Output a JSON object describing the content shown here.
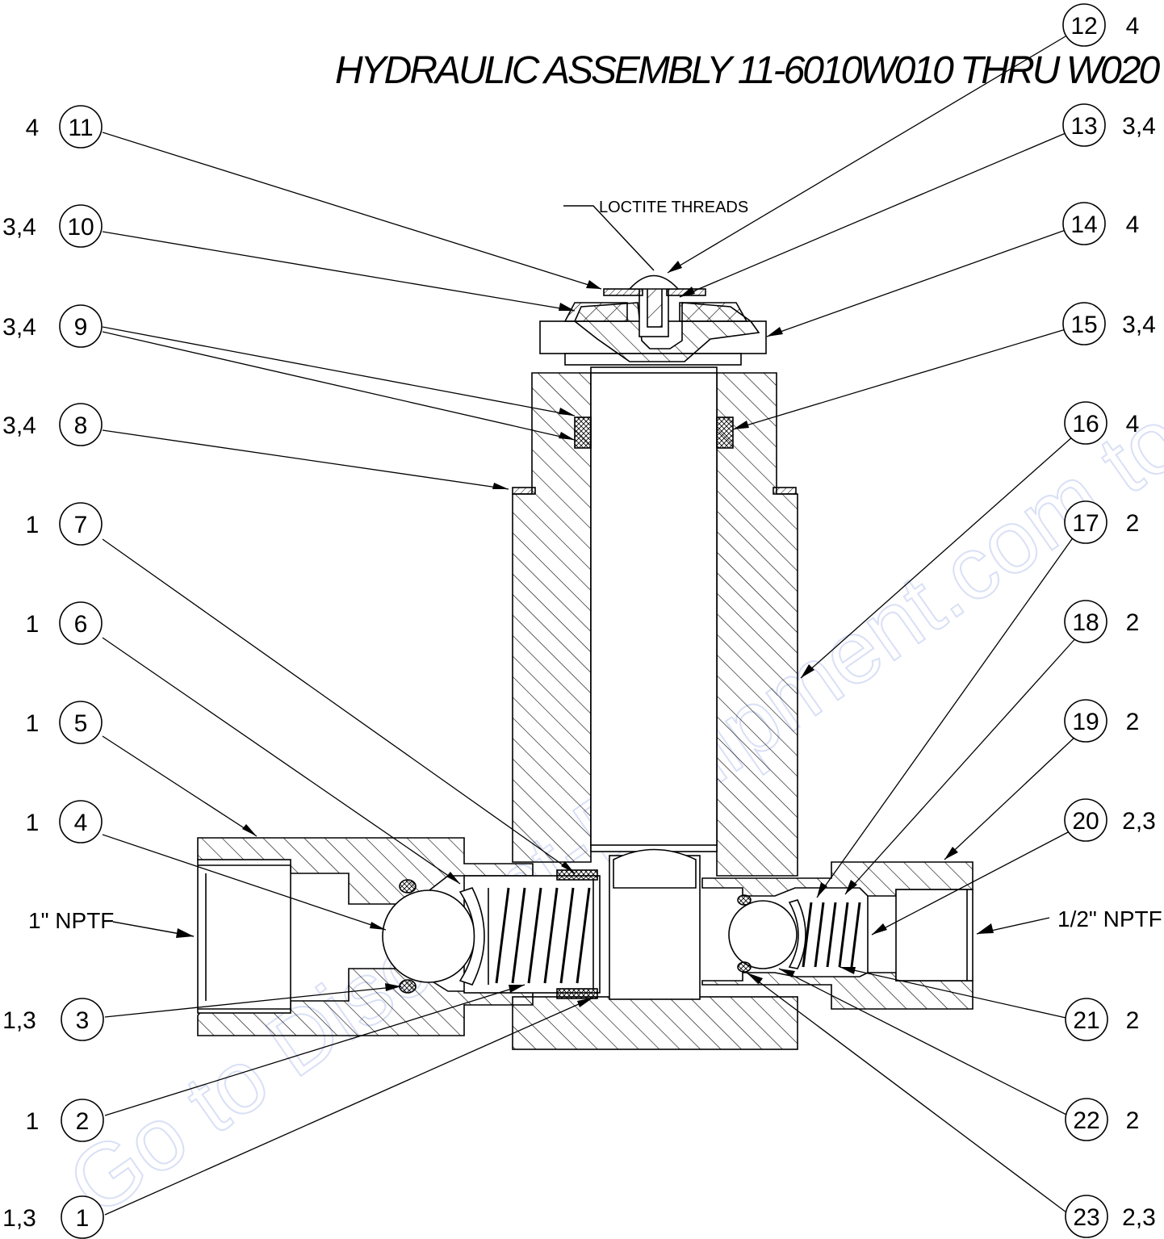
{
  "title": "HYDRAULIC ASSEMBLY 11-6010W010 THRU W020",
  "note_loctite": "LOCTITE THREADS",
  "port_left": "1\" NPTF",
  "port_right": "1/2\" NPTF",
  "watermark": "Go to Discount-Equipment.com to order your parts",
  "balloons": [
    {
      "num": "1",
      "qty": "1,3"
    },
    {
      "num": "2",
      "qty": "1"
    },
    {
      "num": "3",
      "qty": "1,3"
    },
    {
      "num": "4",
      "qty": "1"
    },
    {
      "num": "5",
      "qty": "1"
    },
    {
      "num": "6",
      "qty": "1"
    },
    {
      "num": "7",
      "qty": "1"
    },
    {
      "num": "8",
      "qty": "3,4"
    },
    {
      "num": "9",
      "qty": "3,4"
    },
    {
      "num": "10",
      "qty": "3,4"
    },
    {
      "num": "11",
      "qty": "4"
    },
    {
      "num": "12",
      "qty": "4"
    },
    {
      "num": "13",
      "qty": "3,4"
    },
    {
      "num": "14",
      "qty": "4"
    },
    {
      "num": "15",
      "qty": "3,4"
    },
    {
      "num": "16",
      "qty": "4"
    },
    {
      "num": "17",
      "qty": "2"
    },
    {
      "num": "18",
      "qty": "2"
    },
    {
      "num": "19",
      "qty": "2"
    },
    {
      "num": "20",
      "qty": "2,3"
    },
    {
      "num": "21",
      "qty": "2"
    },
    {
      "num": "22",
      "qty": "2"
    },
    {
      "num": "23",
      "qty": "2,3"
    }
  ]
}
